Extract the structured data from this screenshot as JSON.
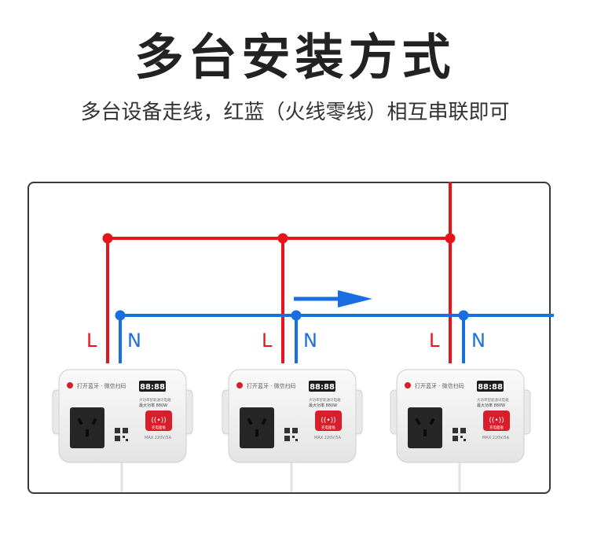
{
  "title": "多台安装方式",
  "subtitle": "多台设备走线，红蓝（火线零线）相互串联即可",
  "colors": {
    "live_wire": "#e8141c",
    "neutral_wire": "#1a6fe0",
    "frame_border": "#3a3a3a",
    "device_body": "#f2f2f2",
    "socket": "#262626",
    "nfc_badge": "#d81e2a",
    "display": "#1c1c1c"
  },
  "wires": {
    "live_label": "L",
    "neutral_label": "N"
  },
  "flow_arrow": {
    "icon": "arrow-right-icon"
  },
  "devices": [
    {
      "header_text": "打开蓝牙 · 微信扫码",
      "display_value": "88:88",
      "spec_line1": "大功率智能通讯电箱",
      "spec_line2": "最大功率 880W",
      "max_rating": "MAX 220V/5A",
      "nfc_label": "充电面板"
    },
    {
      "header_text": "打开蓝牙 · 微信扫码",
      "display_value": "88:88",
      "spec_line1": "大功率智能通讯电箱",
      "spec_line2": "最大功率 880W",
      "max_rating": "MAX 220V/5A",
      "nfc_label": "充电面板"
    },
    {
      "header_text": "打开蓝牙 · 微信扫码",
      "display_value": "88:88",
      "spec_line1": "大功率智能通讯电箱",
      "spec_line2": "最大功率 880W",
      "max_rating": "MAX 220V/5A",
      "nfc_label": "充电面板"
    }
  ]
}
